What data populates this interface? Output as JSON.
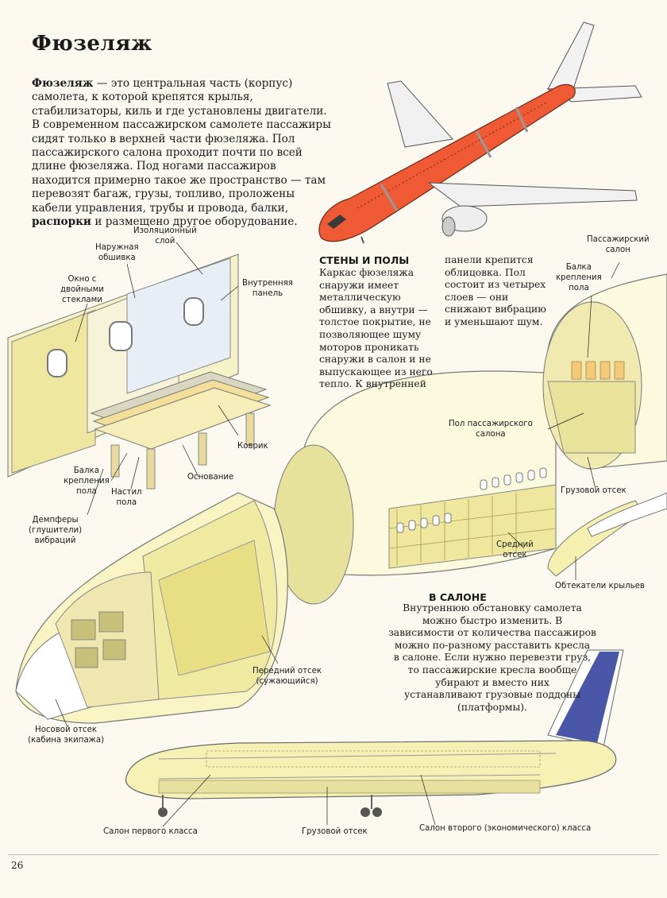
{
  "title": "Фюзеляж",
  "intro": {
    "lead": "Фюзеляж",
    "part1": " — это центральная часть (корпус) самолета, к которой крепятся крылья, стабилизаторы, киль и где установлены двигатели. В современном пассажирском самолете пассажиры сидят только в верхней части фюзеляжа. Пол пассажирского салона проходит почти по всей длине фюзеляжа. Под ногами пассажиров находится примерно такое же пространство — там перевозят багаж, грузы, топливо, проложены кабели управления, трубы и провода, балки, ",
    "bold2": "распорки",
    "part3": " и размещено другое оборудование."
  },
  "walls": {
    "heading": "СТЕНЫ И ПОЛЫ",
    "col1": [
      "Каркас фюзеляжа",
      "снаружи имеет",
      "металлическую",
      "обшивку, а внутри —",
      "толстое покрытие, не",
      "позволяющее шуму",
      "моторов проникать",
      "снаружи в салон и не",
      "выпускающее из него",
      "тепло. К внутренней"
    ],
    "col2": [
      "панели крепится",
      "облицовка. Пол",
      "состоит из четырех",
      "слоев — они",
      "снижают вибрацию",
      "и уменьшают шум."
    ]
  },
  "cabin": {
    "heading": "В САЛОНЕ",
    "lines": [
      "Внутреннюю обстановку самолета",
      "можно быстро изменить. В",
      "зависимости от количества пассажиров",
      "можно по-разному расставить кресла",
      "в салоне. Если нужно перевезти груз,",
      "то пассажирские кресла вообще",
      "убирают и вместо них",
      "устанавливают грузовые поддоны",
      "(платформы)."
    ]
  },
  "labels": {
    "insulation": [
      "Изоляционный",
      "слой"
    ],
    "outer_skin": [
      "Наружная",
      "обшивка"
    ],
    "window": [
      "Окно с",
      "двойными",
      "стеклами"
    ],
    "inner_panel": [
      "Внутренняя",
      "панель"
    ],
    "carpet": "Коврик",
    "base": "Основание",
    "floor_beam": [
      "Балка",
      "крепления",
      "пола"
    ],
    "floor_deck": [
      "Настил",
      "пола"
    ],
    "dampers": [
      "Демпферы",
      "(глушители)",
      "вибраций"
    ],
    "passenger_cabin": [
      "Пассажирский",
      "салон"
    ],
    "floor_beam2": [
      "Балка",
      "крепления",
      "пола"
    ],
    "cabin_floor": [
      "Пол пассажирского",
      "салона"
    ],
    "cargo_hold": "Грузовой отсек",
    "middle_section": [
      "Средний",
      "отсек"
    ],
    "wing_fairings": "Обтекатели крыльев",
    "front_section": [
      "Передний отсек",
      "(сужающийся)"
    ],
    "nose_section": [
      "Носовой отсек",
      "(кабина экипажа)"
    ],
    "first_class": "Салон первого класса",
    "cargo_hold2": "Грузовой отсек",
    "economy": "Салон второго (экономического) класса"
  },
  "page_number": "26",
  "colors": {
    "plane_red": "#ef5a35",
    "skin_yellow": "#f5f0b4",
    "tail_blue": "#4a57a8",
    "text": "#1a1a1a"
  }
}
